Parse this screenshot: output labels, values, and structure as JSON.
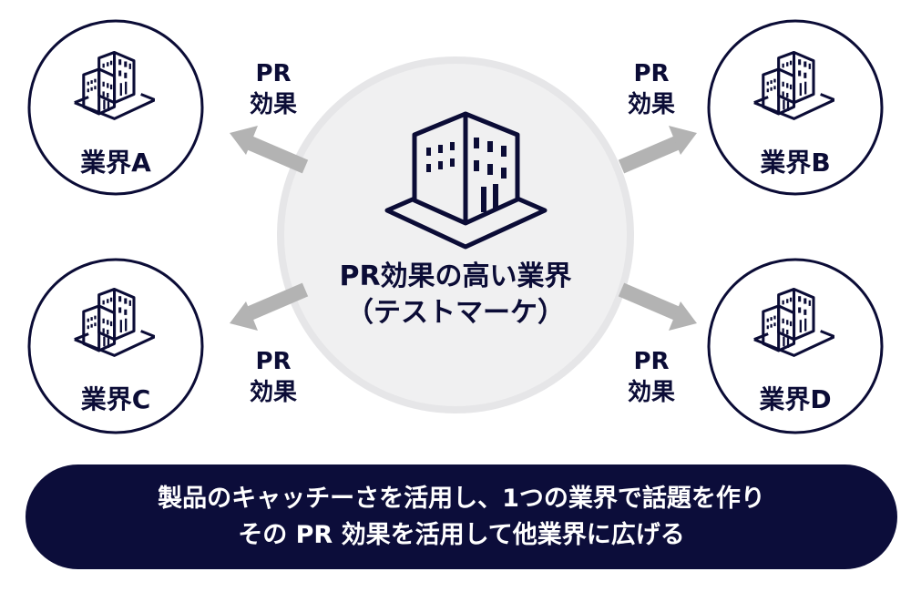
{
  "center": {
    "line1": "PR効果の高い業界",
    "line2": "（テストマーケ）"
  },
  "industries": [
    {
      "label": "業界A"
    },
    {
      "label": "業界B"
    },
    {
      "label": "業界C"
    },
    {
      "label": "業界D"
    }
  ],
  "effect_labels": [
    {
      "l1": "PR",
      "l2": "効果"
    },
    {
      "l1": "PR",
      "l2": "効果"
    },
    {
      "l1": "PR",
      "l2": "効果"
    },
    {
      "l1": "PR",
      "l2": "効果"
    }
  ],
  "banner": {
    "line1": "製品のキャッチーさを活用し、1つの業界で話題を作り",
    "line2": "その PR 効果を活用して他業界に広げる"
  },
  "colors": {
    "navy": "#0b0c36",
    "arrow": "#b3b3b3",
    "center_fill": "#f0f0f1"
  }
}
